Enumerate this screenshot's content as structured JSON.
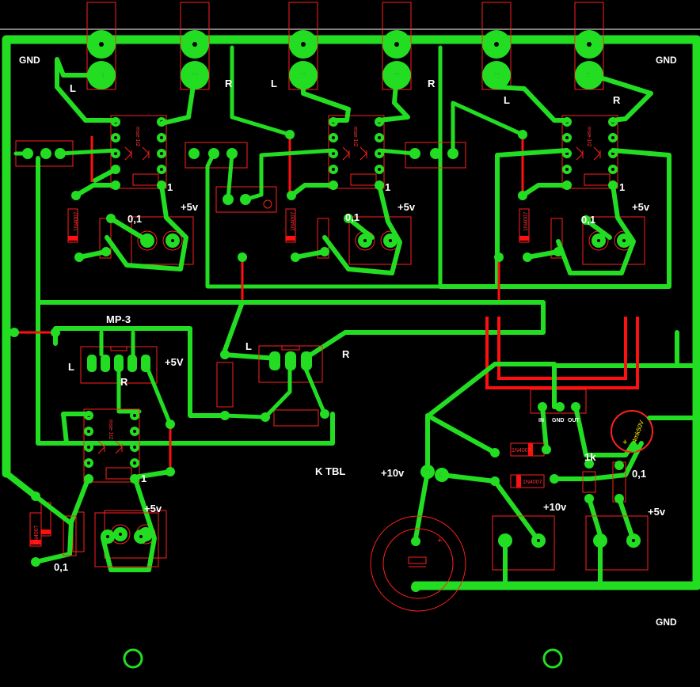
{
  "board": {
    "background": "#000000",
    "copper_color": "#22dd22",
    "silk_color": "#ff2020",
    "jumper_color": "#ff1010"
  },
  "labels": {
    "gnd_top_left": "GND",
    "gnd_top_right": "GND",
    "gnd_bottom_right": "GND",
    "ch1_L": "L",
    "ch1_R": "R",
    "ch2_L": "L",
    "ch2_R": "R",
    "ch3_L": "L",
    "ch3_R": "R",
    "ch1_pin1": "1",
    "ch2_pin1": "1",
    "ch3_pin1": "1",
    "mp3_pin1": "1",
    "ch1_cap": "0,1",
    "ch2_cap": "0,1",
    "ch3_cap": "0,1",
    "ch1_plus5": "+5v",
    "ch2_plus5": "+5v",
    "ch3_plus5": "+5v",
    "mp3_title": "MP-3",
    "mp3_L": "L",
    "mp3_R": "R",
    "mp3_plus5": "+5V",
    "mid_L": "L",
    "mid_R": "R",
    "ktbl": "K TBL",
    "plus10_a": "+10v",
    "plus10_b": "+10v",
    "plus5_bottom": "+5v",
    "r1k": "1k",
    "cap_bottom_right": "0,1",
    "cap_bottom_left": "0,1",
    "mp3_cap_plus5": "+5v"
  },
  "silkscreen": {
    "diode": "1N4007",
    "opamp": "mse-1t2",
    "reg_in": "IN",
    "reg_gnd": "GND",
    "reg_out": "OUT",
    "elcap": "4mk50V",
    "plus": "+"
  }
}
